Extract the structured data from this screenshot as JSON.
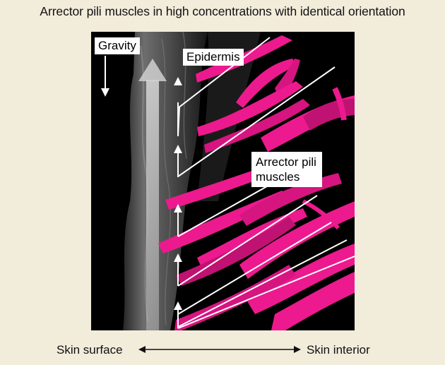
{
  "title": "Arrector pili muscles in high concentrations with identical orientation",
  "figure": {
    "labels": {
      "gravity": "Gravity",
      "epidermis": "Epidermis",
      "arrector_pili_line1": "Arrector pili",
      "arrector_pili_line2": "muscles"
    },
    "colors": {
      "muscle": "#ec1a8e",
      "muscle_dark": "#9c0a5a",
      "tissue": "#6d6d6d",
      "background": "#000000",
      "page": "#f2ecdb"
    }
  },
  "axis": {
    "left_label": "Skin surface",
    "right_label": "Skin interior"
  }
}
